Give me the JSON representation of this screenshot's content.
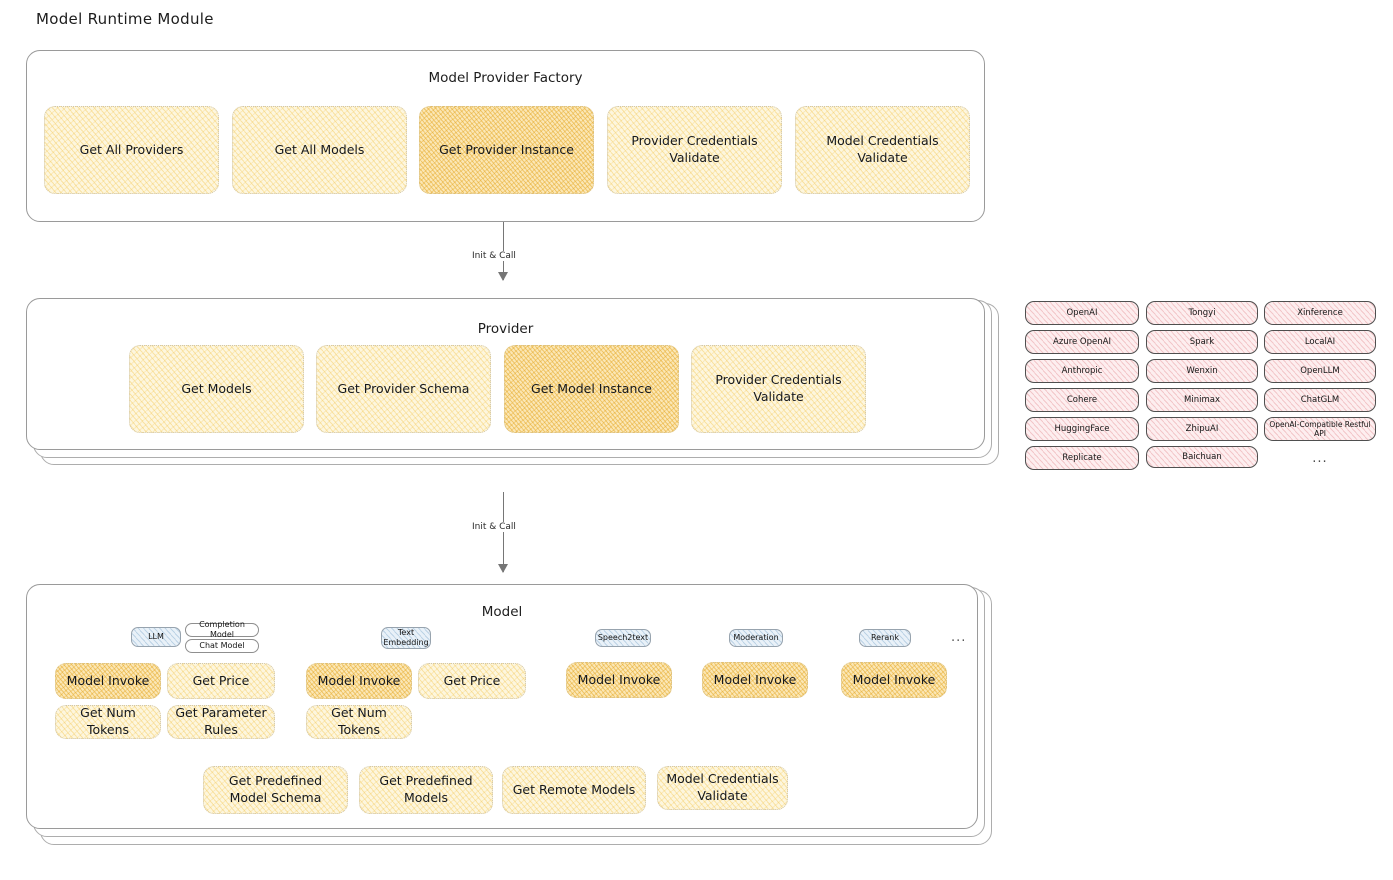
{
  "page": {
    "title": "Model Runtime Module"
  },
  "colors": {
    "card_fill": "#fdf6de",
    "card_fill_highlight": "#fbe7b6",
    "card_hatch": "#f2c44a",
    "badge_fill": "#e9f1f8",
    "badge_hatch": "#79a5c9",
    "chip_fill": "#fdeeef",
    "chip_hatch": "#e2848a",
    "panel_border": "#9a9a9a",
    "arrow": "#767676"
  },
  "factory": {
    "title": "Model Provider Factory",
    "cards": [
      {
        "label": "Get All Providers",
        "highlight": false
      },
      {
        "label": "Get All Models",
        "highlight": false
      },
      {
        "label": "Get Provider Instance",
        "highlight": true
      },
      {
        "label": "Provider Credentials Validate",
        "highlight": false
      },
      {
        "label": "Model Credentials Validate",
        "highlight": false
      }
    ]
  },
  "arrows": [
    {
      "label": "Init & Call",
      "from": "Model Provider Factory",
      "to": "Provider"
    },
    {
      "label": "Init & Call",
      "from": "Provider",
      "to": "Model"
    }
  ],
  "provider": {
    "title": "Provider",
    "cards": [
      {
        "label": "Get Models",
        "highlight": false
      },
      {
        "label": "Get Provider Schema",
        "highlight": false
      },
      {
        "label": "Get Model Instance",
        "highlight": true
      },
      {
        "label": "Provider Credentials Validate",
        "highlight": false
      }
    ]
  },
  "provider_list": {
    "columns": [
      [
        "OpenAI",
        "Azure OpenAI",
        "Anthropic",
        "Cohere",
        "HuggingFace",
        "Replicate"
      ],
      [
        "Tongyi",
        "Spark",
        "Wenxin",
        "Minimax",
        "ZhipuAI",
        "Baichuan"
      ],
      [
        "Xinference",
        "LocalAI",
        "OpenLLM",
        "ChatGLM",
        "OpenAI-Compatible Restful API"
      ]
    ],
    "ellipsis": "..."
  },
  "model": {
    "title": "Model",
    "ellipsis": "...",
    "types": [
      {
        "badge": "LLM",
        "sub_badges": [
          "Completion Model",
          "Chat Model"
        ],
        "cards": [
          {
            "label": "Model Invoke",
            "highlight": true
          },
          {
            "label": "Get Price",
            "highlight": false
          },
          {
            "label": "Get Num Tokens",
            "highlight": false
          },
          {
            "label": "Get Parameter Rules",
            "highlight": false
          }
        ]
      },
      {
        "badge": "Text Embedding",
        "sub_badges": [],
        "cards": [
          {
            "label": "Model Invoke",
            "highlight": true
          },
          {
            "label": "Get Price",
            "highlight": false
          },
          {
            "label": "Get Num Tokens",
            "highlight": false
          }
        ]
      },
      {
        "badge": "Speech2text",
        "sub_badges": [],
        "cards": [
          {
            "label": "Model Invoke",
            "highlight": true
          }
        ]
      },
      {
        "badge": "Moderation",
        "sub_badges": [],
        "cards": [
          {
            "label": "Model Invoke",
            "highlight": true
          }
        ]
      },
      {
        "badge": "Rerank",
        "sub_badges": [],
        "cards": [
          {
            "label": "Model Invoke",
            "highlight": true
          }
        ]
      }
    ],
    "common_cards": [
      "Get Predefined Model Schema",
      "Get Predefined Models",
      "Get Remote Models",
      "Model Credentials Validate"
    ]
  }
}
